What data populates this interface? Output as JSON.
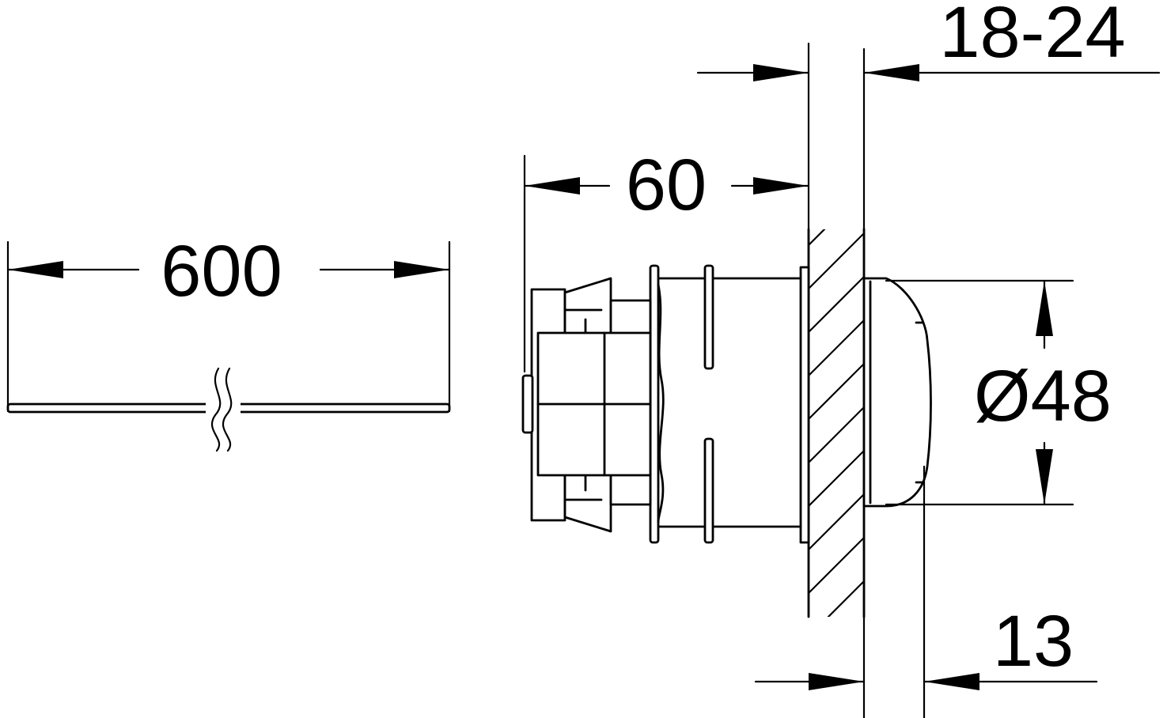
{
  "dimensions": {
    "cable_length": "600",
    "depth": "60",
    "wall_thickness": "18-24",
    "diameter_symbol": "Ø",
    "diameter_value": "48",
    "projection": "13"
  }
}
